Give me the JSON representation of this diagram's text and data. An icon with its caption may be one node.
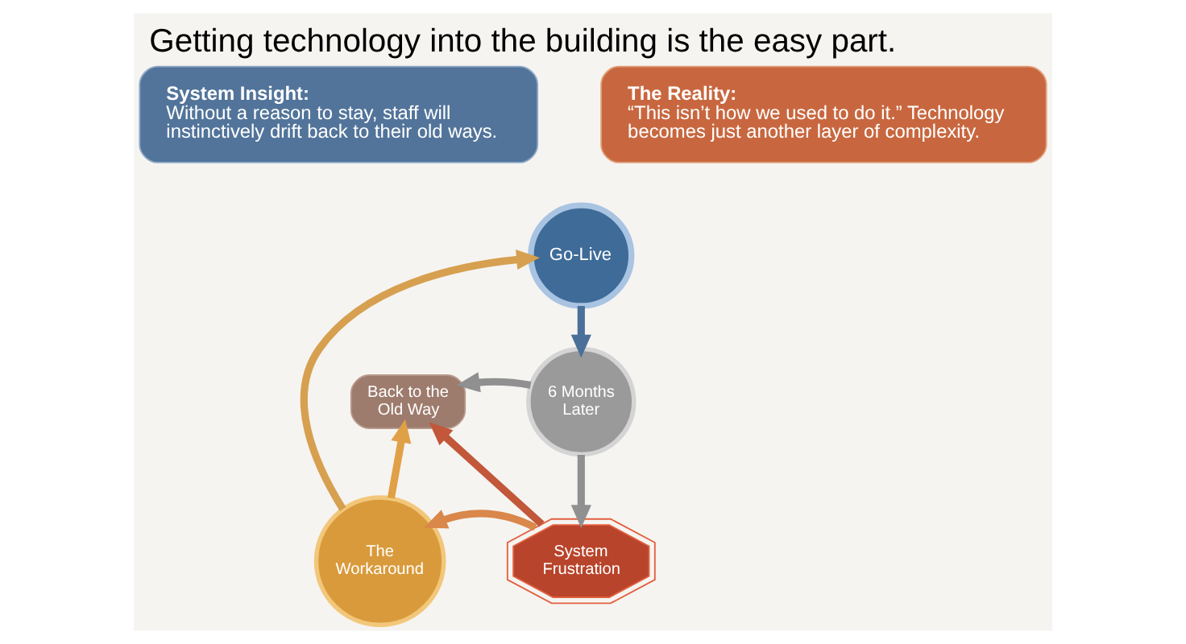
{
  "diagram": {
    "title": "Getting technology into the building is the easy part.",
    "nodes": [
      {
        "text": [
          "System Insight:",
          "Without a reason to stay, staff will instinctively drift back to their old ways."
        ]
      },
      {
        "text": [
          "The Reality:",
          "“This isn’t how we used to do it.” Technology becomes just another layer of complexity."
        ]
      },
      {
        "text": [
          "Go-Live"
        ]
      },
      {
        "text": [
          "6 Months Later"
        ]
      },
      {
        "text": [
          "Back to the Old Way"
        ]
      },
      {
        "text": [
          "System Frustration"
        ]
      },
      {
        "text": [
          "The Workaround"
        ]
      }
    ],
    "edges": [
      {
        "from": 2,
        "to": 3,
        "arrow": "to",
        "color": "#4a7099"
      },
      {
        "from": 3,
        "to": 4,
        "arrow": "to",
        "color": "#909090"
      },
      {
        "from": 3,
        "to": 5,
        "arrow": "to",
        "color": "#909090"
      },
      {
        "from": 5,
        "to": 4,
        "arrow": "to",
        "color": "#c2573a"
      },
      {
        "from": 5,
        "to": 6,
        "arrow": "to",
        "color": "#d9874a"
      },
      {
        "from": 6,
        "to": 2,
        "arrow": "to",
        "color": "#d6a050"
      },
      {
        "from": 6,
        "to": 4,
        "arrow": "to",
        "color": "#e0a045"
      }
    ]
  }
}
